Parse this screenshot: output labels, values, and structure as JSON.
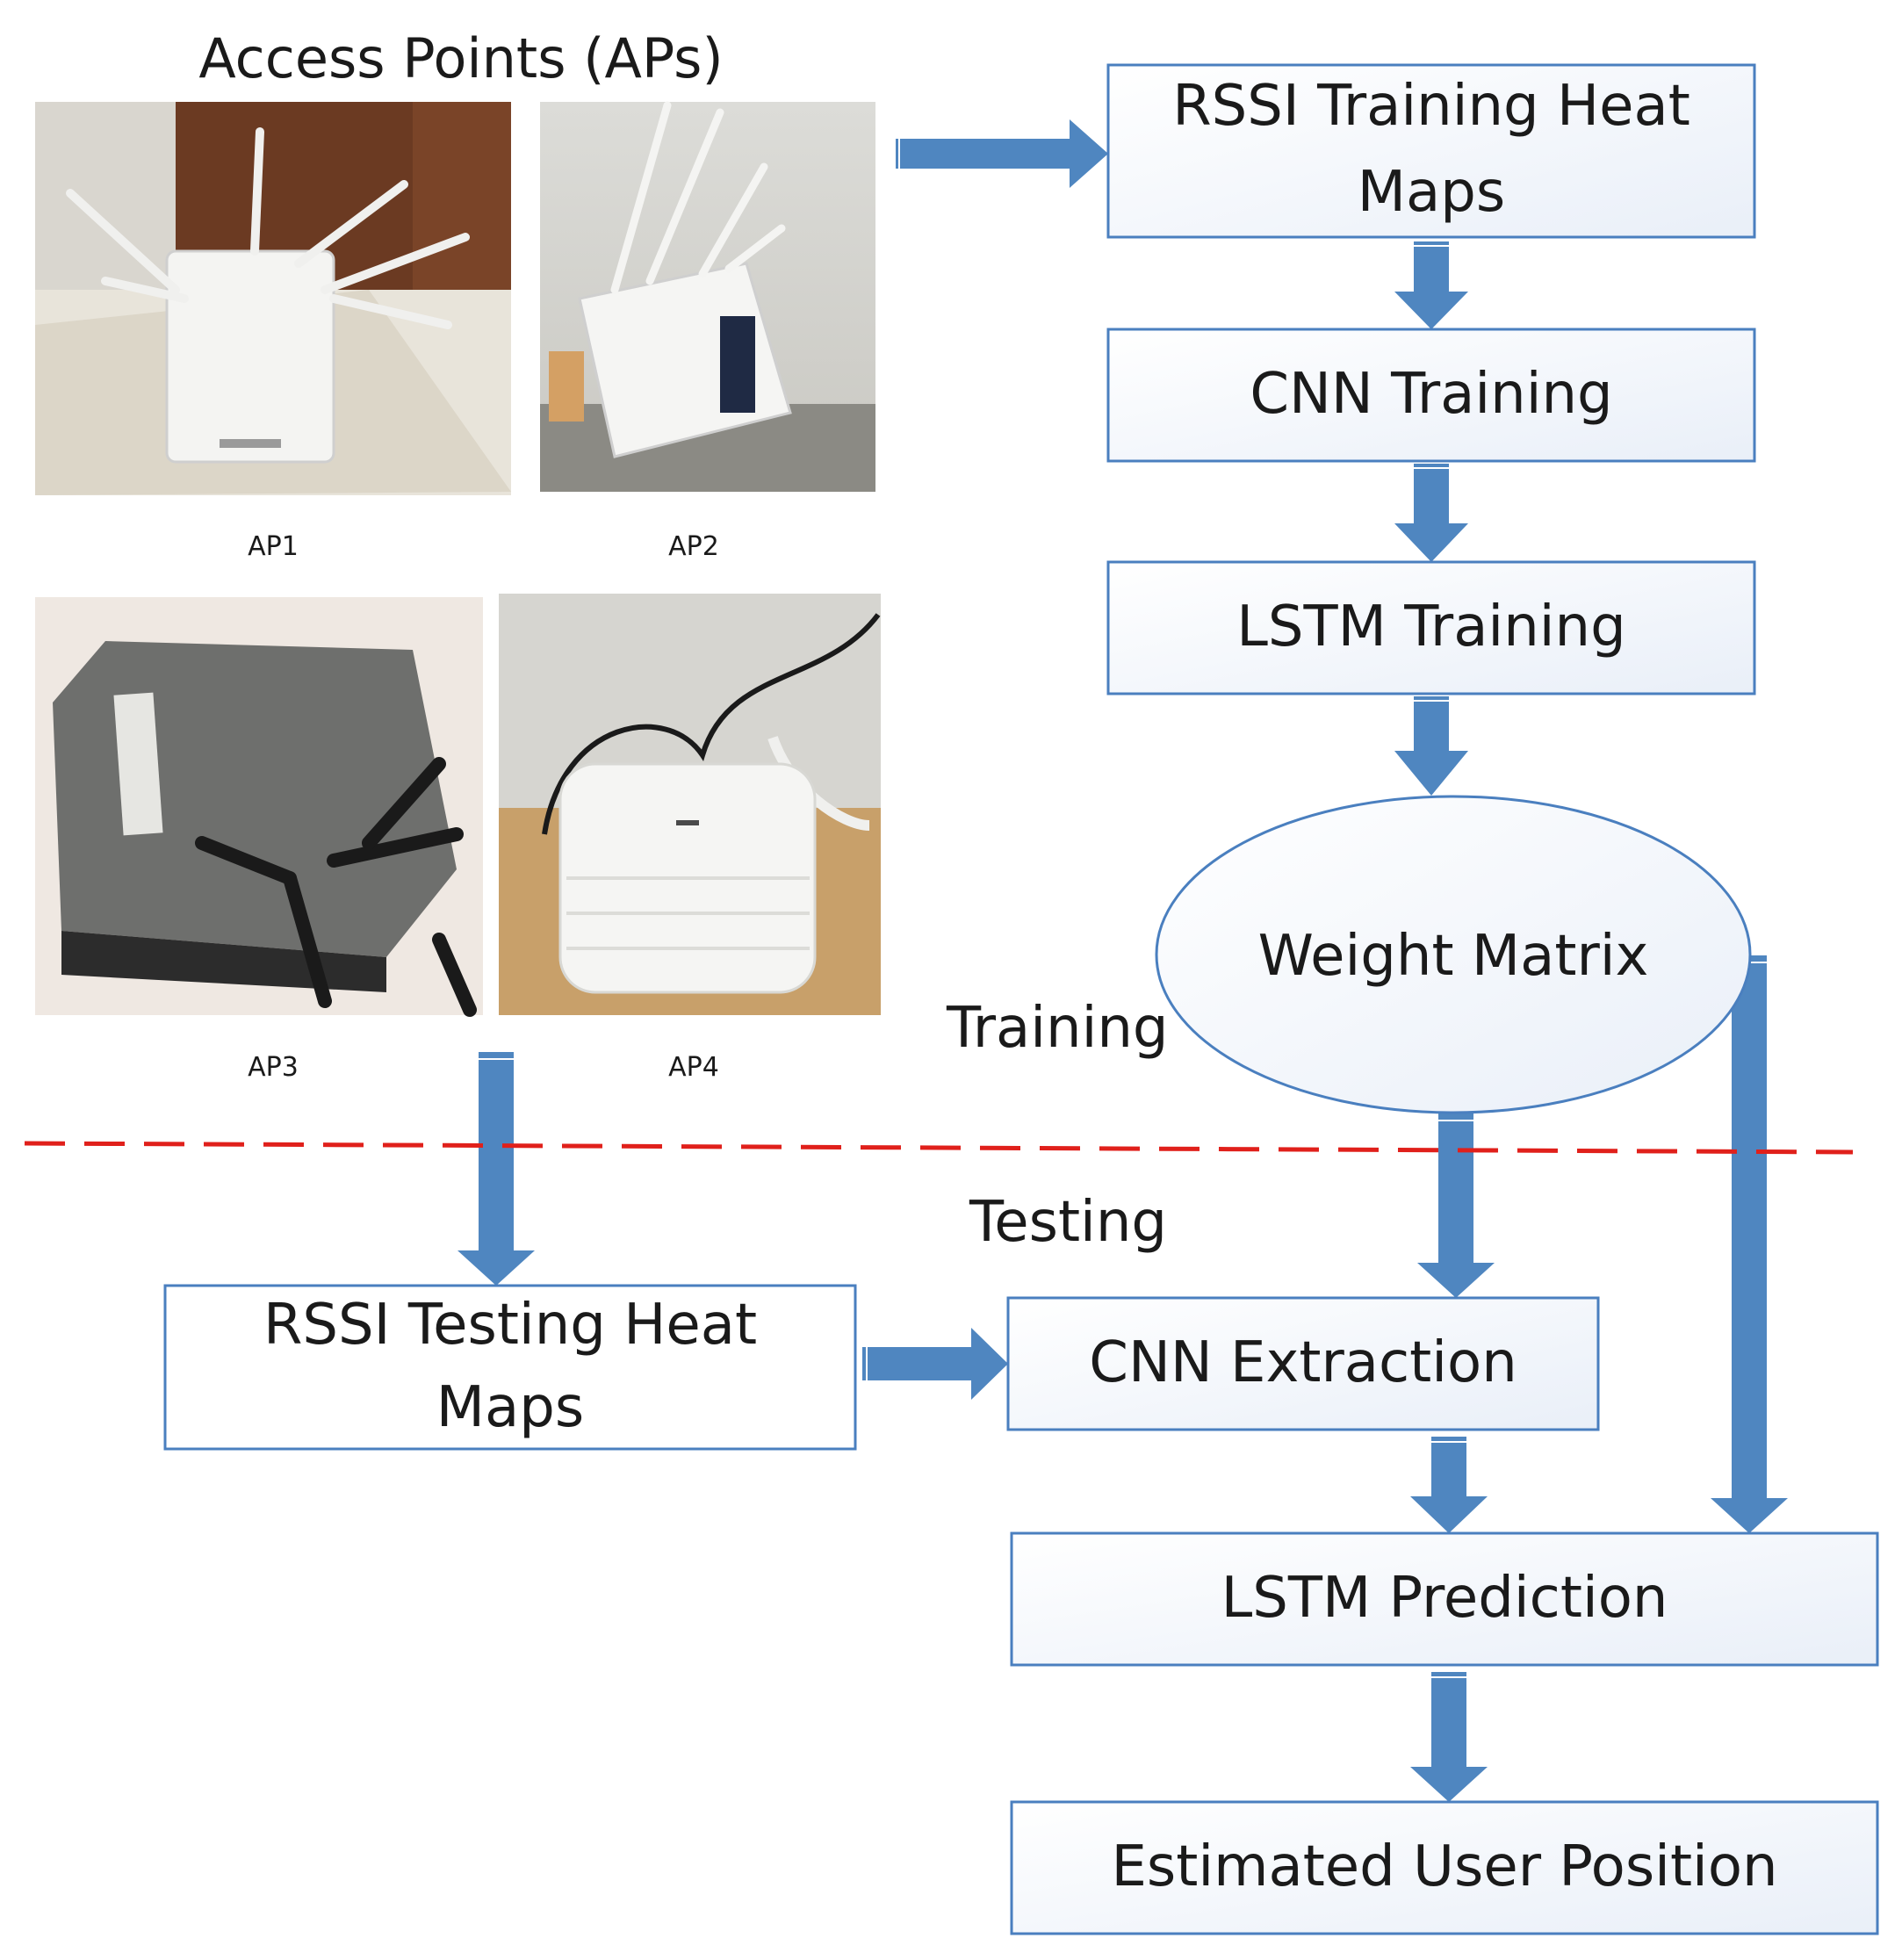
{
  "header": {
    "title": "Access Points (APs)"
  },
  "access_points": [
    {
      "label": "AP1",
      "icon": "wifi-router-icon"
    },
    {
      "label": "AP2",
      "icon": "wifi-router-icon"
    },
    {
      "label": "AP3",
      "icon": "cisco-access-point-icon"
    },
    {
      "label": "AP4",
      "icon": "ceiling-access-point-icon"
    }
  ],
  "training": {
    "heat_maps_line1": "RSSI Training Heat",
    "heat_maps_line2": "Maps",
    "cnn": "CNN Training",
    "lstm": "LSTM Training",
    "weight_matrix": "Weight Matrix"
  },
  "phases": {
    "training_label": "Training",
    "testing_label": "Testing"
  },
  "testing": {
    "heat_maps_line1": "RSSI Testing Heat",
    "heat_maps_line2": "Maps",
    "cnn": "CNN Extraction",
    "lstm": "LSTM Prediction",
    "output": "Estimated User Position"
  },
  "colors": {
    "arrow": "#4f86c0",
    "box_border": "#4a7fbf",
    "box_fill_light": "#f3f6fb",
    "box_fill_white": "#ffffff",
    "divider": "#e0201b"
  }
}
